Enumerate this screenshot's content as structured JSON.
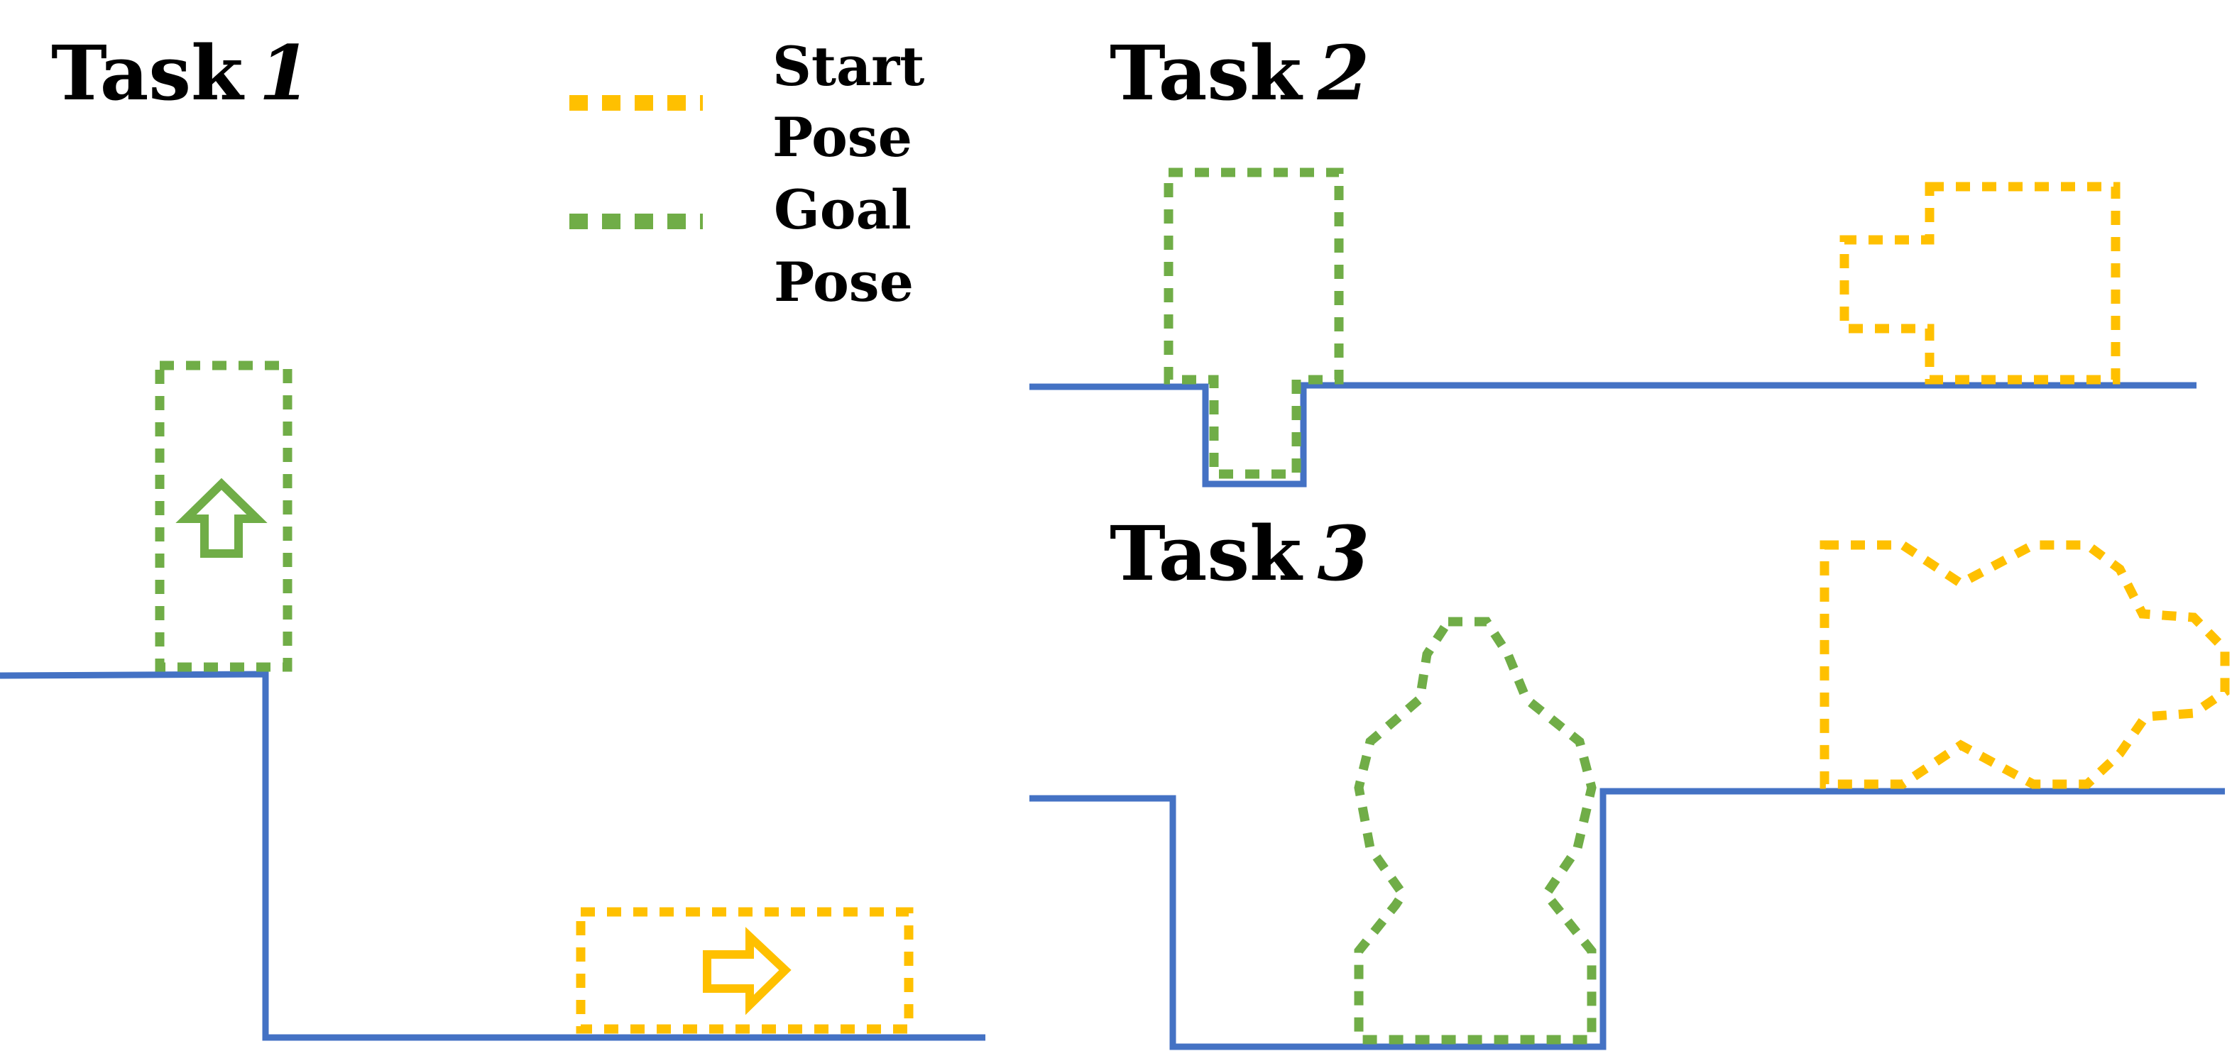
{
  "tasks": [
    {
      "word": "Task",
      "number": "1"
    },
    {
      "word": "Task",
      "number": "2"
    },
    {
      "word": "Task",
      "number": "3"
    }
  ],
  "legend": {
    "start": {
      "line1": "Start",
      "line2": "Pose",
      "color": "#FFC000"
    },
    "goal": {
      "line1": "Goal",
      "line2": "Pose",
      "color": "#70AD47"
    }
  },
  "colors": {
    "ground": "#4472C4",
    "start": "#FFC000",
    "goal": "#70AD47",
    "text": "#000000"
  },
  "icons": {
    "task1_goal_arrow": "up-arrow-icon",
    "task1_start_arrow": "right-arrow-icon"
  }
}
